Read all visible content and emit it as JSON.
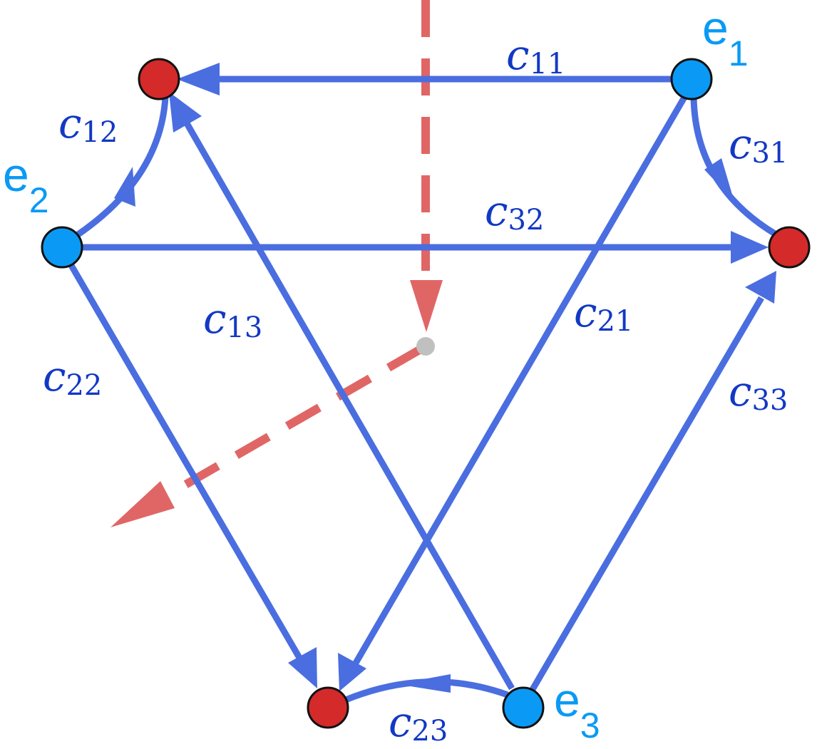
{
  "colors": {
    "edge": "#4a6ee0",
    "edge_label": "#1238c4",
    "blue_node": "#0a9af5",
    "red_node": "#d42a2a",
    "node_stroke": "#111111",
    "node_label": "#0a9af5",
    "dashed": "#e06666",
    "pivot": "#c0c0c0"
  },
  "nodes": {
    "e1": {
      "letter": "e",
      "sub": "1"
    },
    "e2": {
      "letter": "e",
      "sub": "2"
    },
    "e3": {
      "letter": "e",
      "sub": "3"
    }
  },
  "edges": {
    "c11": {
      "symbol": "c",
      "sub": "11"
    },
    "c12": {
      "symbol": "c",
      "sub": "12"
    },
    "c13": {
      "symbol": "c",
      "sub": "13"
    },
    "c21": {
      "symbol": "c",
      "sub": "21"
    },
    "c22": {
      "symbol": "c",
      "sub": "22"
    },
    "c23": {
      "symbol": "c",
      "sub": "23"
    },
    "c31": {
      "symbol": "c",
      "sub": "31"
    },
    "c32": {
      "symbol": "c",
      "sub": "32"
    },
    "c33": {
      "symbol": "c",
      "sub": "33"
    }
  }
}
